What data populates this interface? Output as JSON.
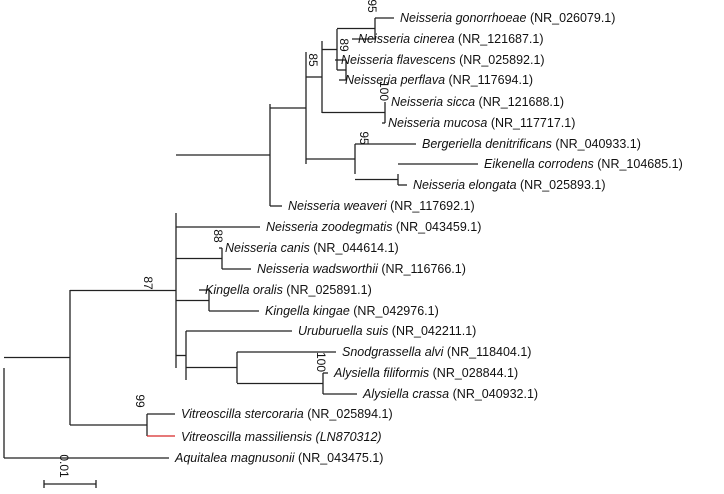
{
  "figure": {
    "type": "phylogenetic-tree",
    "highlight_color": "#d62828",
    "line_color": "#222222"
  },
  "taxa": [
    {
      "id": "ngon",
      "name": "Neisseria gonorrhoeae",
      "accession": "(NR_026079.1)"
    },
    {
      "id": "ncin",
      "name": "Neisseria cinerea",
      "accession": "(NR_121687.1)"
    },
    {
      "id": "nfla",
      "name": "Neisseria flavescens",
      "accession": "(NR_025892.1)"
    },
    {
      "id": "nper",
      "name": "Neisseria perflava",
      "accession": "(NR_117694.1)"
    },
    {
      "id": "nsic",
      "name": "Neisseria sicca",
      "accession": "(NR_121688.1)"
    },
    {
      "id": "nmuc",
      "name": "Neisseria mucosa",
      "accession": "(NR_117717.1)"
    },
    {
      "id": "bden",
      "name": "Bergeriella denitrificans",
      "accession": "(NR_040933.1)"
    },
    {
      "id": "ecor",
      "name": "Eikenella corrodens",
      "accession": "(NR_104685.1)"
    },
    {
      "id": "nelo",
      "name": "Neisseria elongata",
      "accession": "(NR_025893.1)"
    },
    {
      "id": "nwea",
      "name": "Neisseria weaveri",
      "accession": "(NR_117692.1)"
    },
    {
      "id": "nzoo",
      "name": "Neisseria zoodegmatis",
      "accession": "(NR_043459.1)"
    },
    {
      "id": "ncan",
      "name": "Neisseria canis",
      "accession": "(NR_044614.1)"
    },
    {
      "id": "nwad",
      "name": "Neisseria wadsworthii",
      "accession": "(NR_116766.1)"
    },
    {
      "id": "kora",
      "name": "Kingella oralis",
      "accession": "(NR_025891.1)"
    },
    {
      "id": "kkin",
      "name": "Kingella kingae",
      "accession": "(NR_042976.1)"
    },
    {
      "id": "usui",
      "name": "Uruburuella suis",
      "accession": "(NR_042211.1)"
    },
    {
      "id": "salv",
      "name": "Snodgrassella alvi",
      "accession": "(NR_118404.1)"
    },
    {
      "id": "afil",
      "name": "Alysiella filiformis",
      "accession": "(NR_028844.1)"
    },
    {
      "id": "acra",
      "name": "Alysiella crassa",
      "accession": "(NR_040932.1)"
    },
    {
      "id": "vste",
      "name": "Vitreoscilla stercoraria",
      "accession": "(NR_025894.1)"
    },
    {
      "id": "vmas",
      "name": "Vitreoscilla  massiliensis",
      "accession": "(LN870312)",
      "highlight": true
    },
    {
      "id": "amag",
      "name": "Aquitalea magnusonii",
      "accession": "(NR_043475.1)"
    }
  ],
  "bootstrap": {
    "b95a": "95",
    "b89": "89",
    "b85": "85",
    "b100a": "100",
    "b95b": "95",
    "b88": "88",
    "b87": "87",
    "b100b": "100",
    "b99": "99"
  },
  "scale": {
    "label": "0.01"
  }
}
